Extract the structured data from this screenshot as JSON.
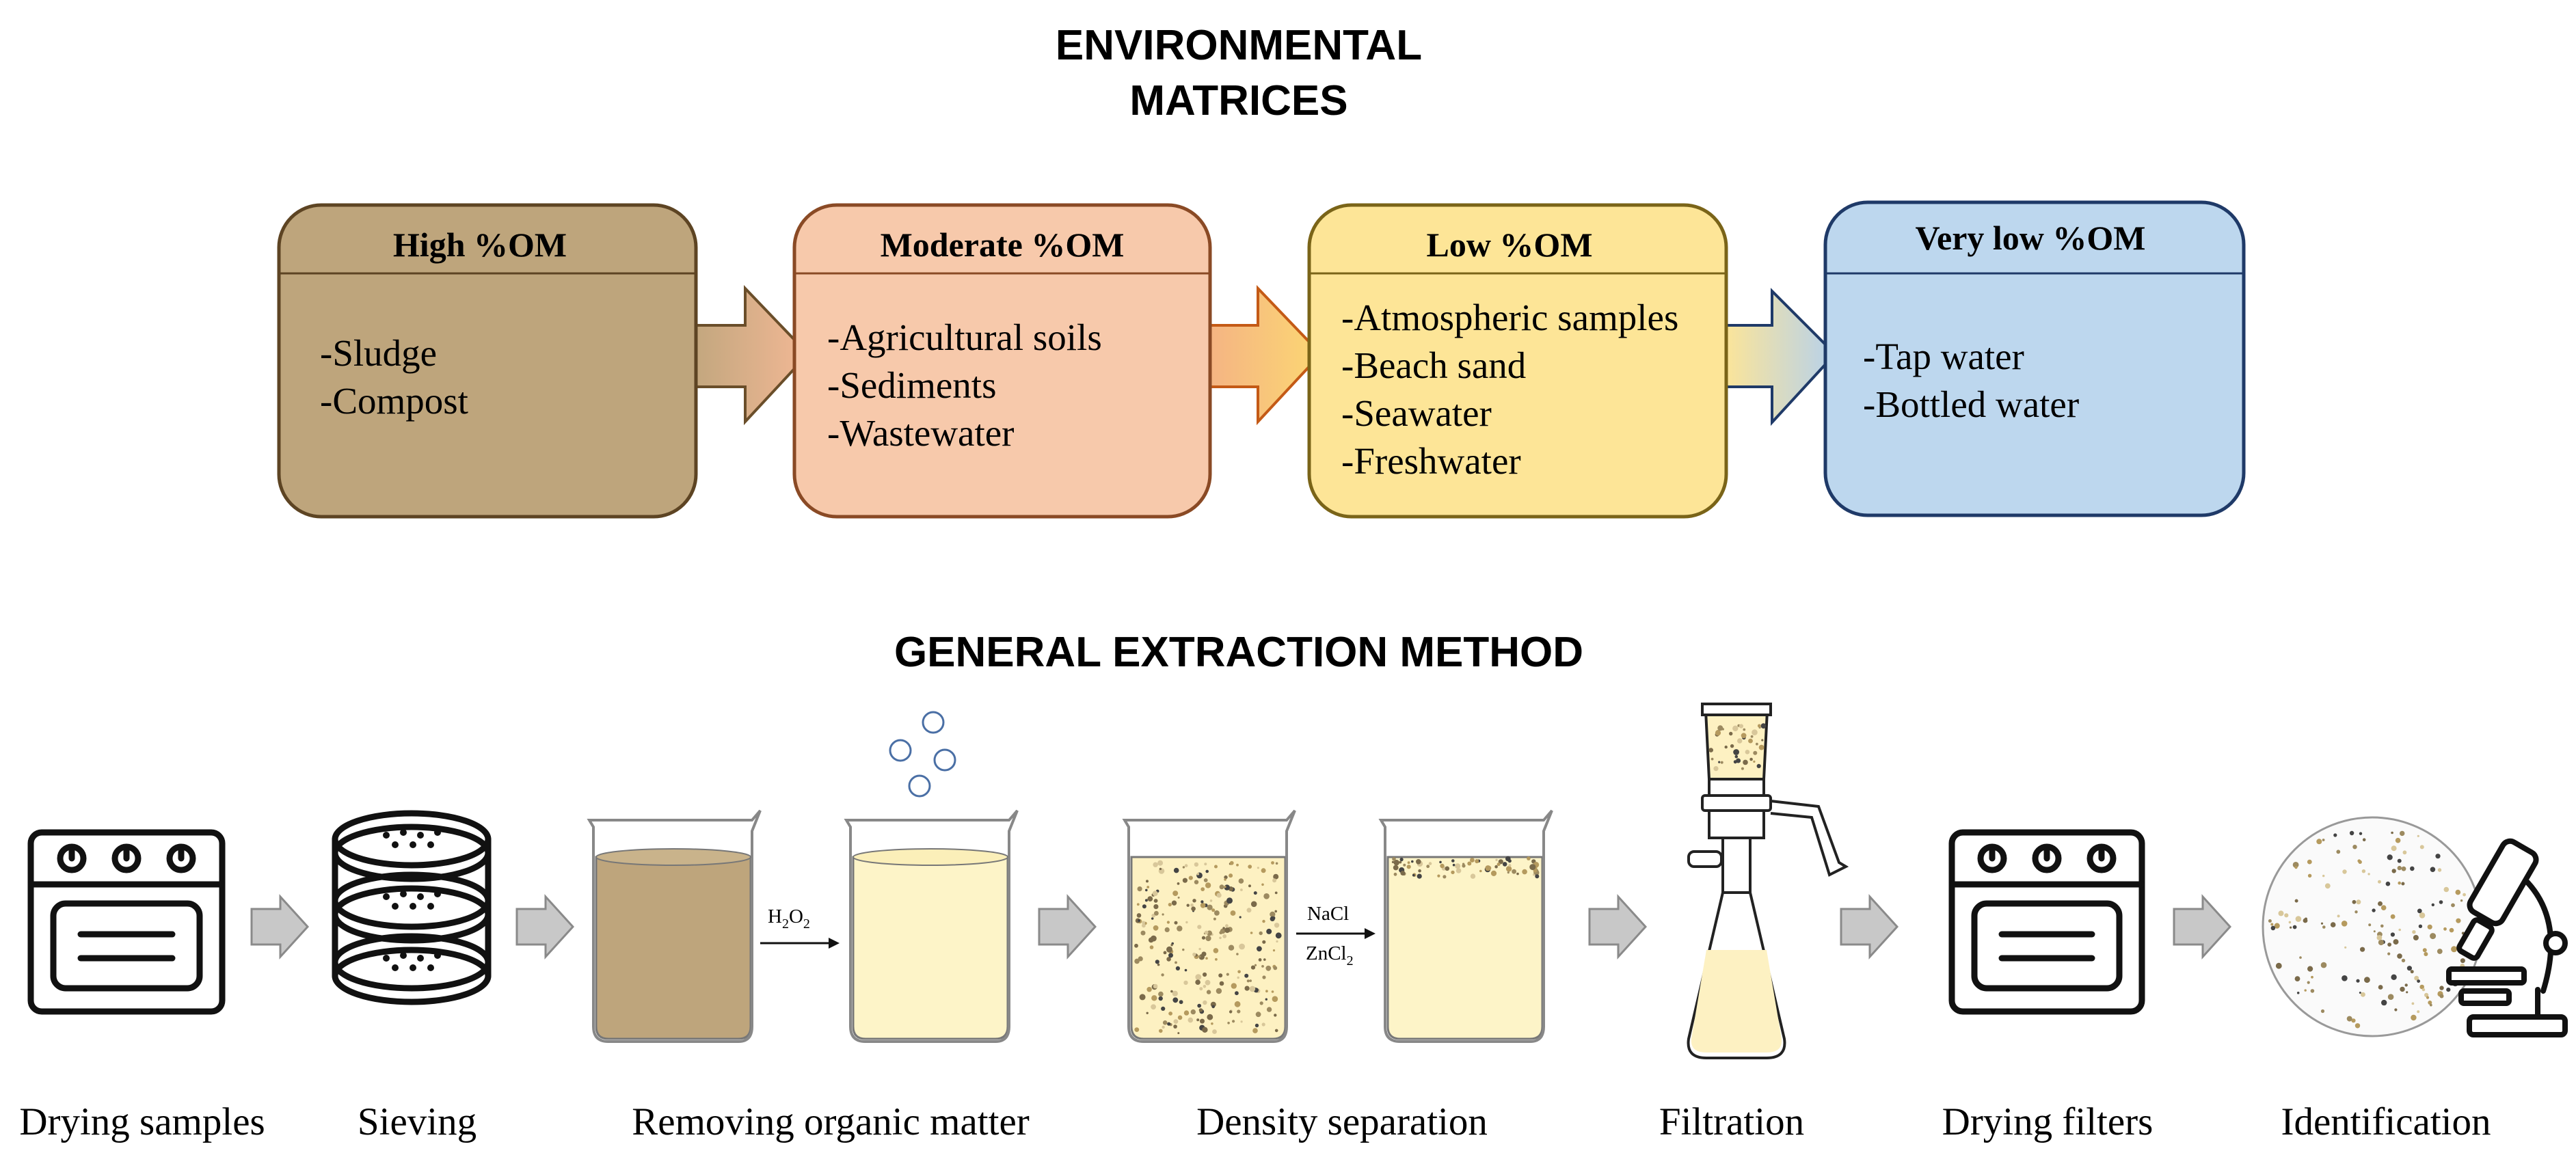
{
  "headings": {
    "matrices_line1": "ENVIRONMENTAL",
    "matrices_line2": "MATRICES",
    "method": "GENERAL EXTRACTION METHOD"
  },
  "matrices": [
    {
      "title": "High %OM",
      "items": [
        "-Sludge",
        "-Compost"
      ],
      "fill": "#bea57c",
      "stroke": "#5d4423"
    },
    {
      "title": "Moderate %OM",
      "items": [
        "-Agricultural soils",
        "-Sediments",
        "-Wastewater"
      ],
      "fill": "#f7c9ab",
      "stroke": "#8a4a25"
    },
    {
      "title": "Low %OM",
      "items": [
        "-Atmospheric samples",
        "-Beach sand",
        "-Seawater",
        "-Freshwater"
      ],
      "fill": "#fde597",
      "stroke": "#7a6418"
    },
    {
      "title": "Very low %OM",
      "items": [
        "-Tap water",
        "-Bottled water"
      ],
      "fill": "#bdd7ee",
      "stroke": "#1f3a68"
    }
  ],
  "steps": [
    {
      "label": "Drying samples",
      "icon": "oven-icon"
    },
    {
      "label": "Sieving",
      "icon": "sieve-stack-icon"
    },
    {
      "label": "Removing organic matter",
      "icon": "beaker-oxidation-icon"
    },
    {
      "label": "Density separation",
      "icon": "beaker-density-icon"
    },
    {
      "label": "Filtration",
      "icon": "vacuum-filtration-icon"
    },
    {
      "label": "Drying filters",
      "icon": "oven-icon"
    },
    {
      "label": "Identification",
      "icon": "filter-microscope-icon"
    }
  ],
  "reagents": {
    "organic_removal": "H2O2",
    "density_salt_1": "NaCl",
    "density_salt_2": "ZnCl2"
  },
  "colors": {
    "sediment": "#bea57c",
    "liquid": "#fdf4c8",
    "bubble": "#4a6fa5",
    "grey_arrow": "#c8c8c8"
  }
}
